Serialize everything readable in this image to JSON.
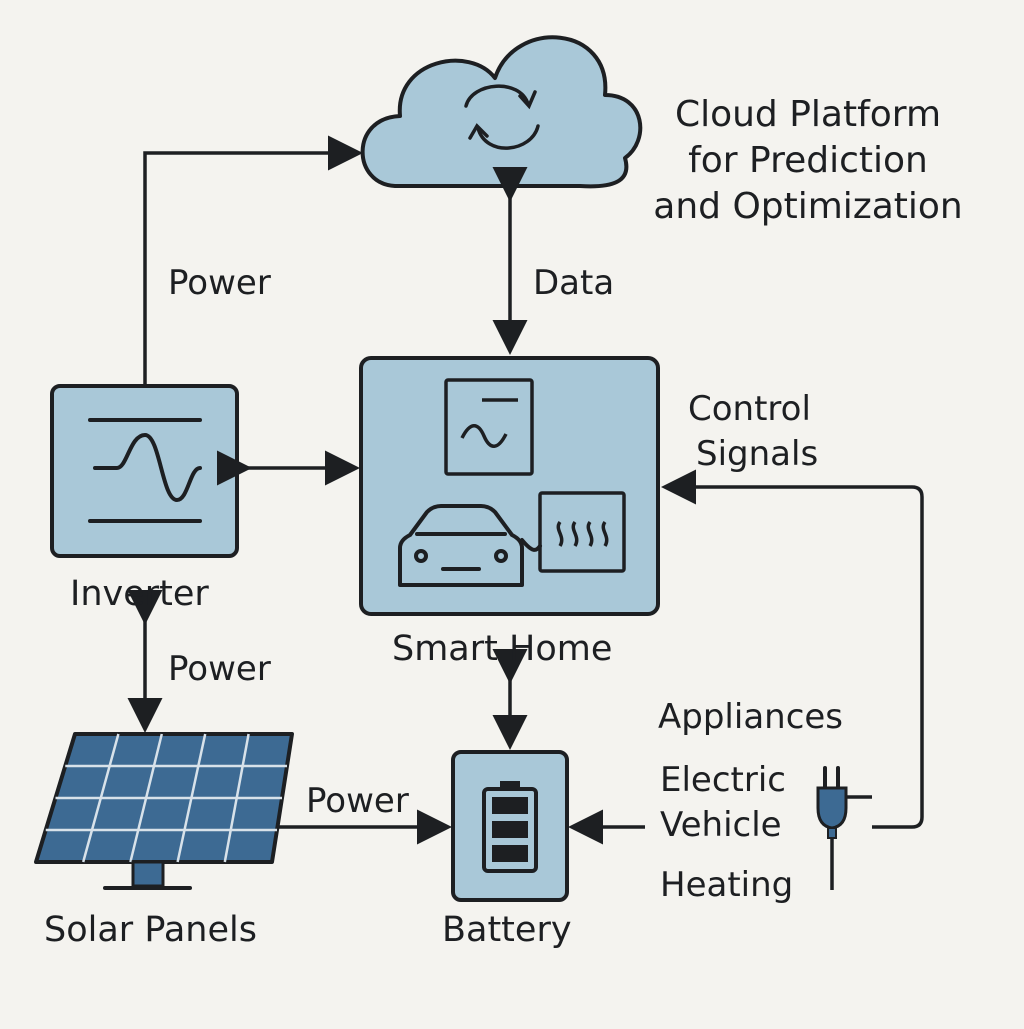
{
  "diagram": {
    "cloud": {
      "title_lines": [
        "Cloud Platform",
        "for Prediction",
        "and Optimization"
      ]
    },
    "nodes": {
      "inverter": "Inverter",
      "smart_home": "Smart Home",
      "solar_panels": "Solar Panels",
      "battery": "Battery"
    },
    "edges": {
      "inverter_to_cloud": "Power",
      "cloud_home": "Data",
      "inverter_solar": "Power",
      "solar_to_battery": "Power",
      "control": [
        "Control",
        "Signals"
      ]
    },
    "loads": [
      "Appliances",
      "Electric",
      "Vehicle",
      "Heating"
    ],
    "colors": {
      "fill": "#a9c8d8",
      "stroke": "#1d1f22",
      "panel": "#3d6a93",
      "background": "#f4f3ef"
    }
  }
}
